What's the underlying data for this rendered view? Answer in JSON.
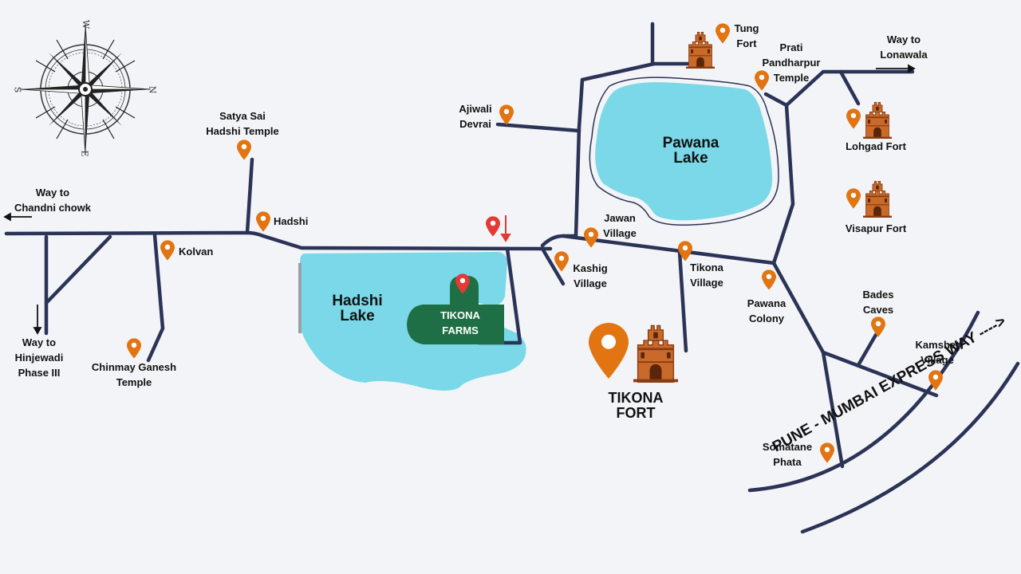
{
  "colors": {
    "background": "#f3f4f7",
    "road": "#2b3356",
    "lake": "#7ad8e8",
    "pin": "#e27411",
    "red_pin": "#e53935",
    "farm": "#1f6f46",
    "fort": "#c96a2a"
  },
  "compass": {
    "icon": "compass-rose-icon",
    "letters": {
      "top": "W",
      "right": "N",
      "bottom": "E",
      "left": "S"
    }
  },
  "directions": {
    "chandni": [
      "Way to",
      "Chandni chowk"
    ],
    "lonavala": [
      "Way to",
      "Lonawala"
    ],
    "hinjewadi": [
      "Way to",
      "Hinjewadi",
      "Phase III"
    ]
  },
  "lakes": {
    "hadshi": [
      "Hadshi",
      "Lake"
    ],
    "pawana": [
      "Pawana",
      "Lake"
    ]
  },
  "farm": {
    "label": [
      "TIKONA",
      "FARMS"
    ]
  },
  "tikona_fort": {
    "label": [
      "TIKONA",
      "FORT"
    ]
  },
  "places": {
    "satya_sai": [
      "Satya Sai",
      "Hadshi Temple"
    ],
    "hadshi": [
      "Hadshi"
    ],
    "kolvan": [
      "Kolvan"
    ],
    "chinmay": [
      "Chinmay Ganesh",
      "Temple"
    ],
    "ajiwali": [
      "Ajiwali",
      "Devrai"
    ],
    "jawan": [
      "Jawan",
      "Village"
    ],
    "kashig": [
      "Kashig",
      "Village"
    ],
    "tikona_village": [
      "Tikona",
      "Village"
    ],
    "tung": [
      "Tung",
      "Fort"
    ],
    "prati": [
      "Prati",
      "Pandharpur",
      "Temple"
    ],
    "lohgad": [
      "Lohgad Fort"
    ],
    "visapur": [
      "Visapur Fort"
    ],
    "pawana_colony": [
      "Pawana",
      "Colony"
    ],
    "bades": [
      "Bades",
      "Caves"
    ],
    "kamshet": [
      "Kamshet",
      "Village"
    ],
    "somatane": [
      "Somatane",
      "Phata"
    ]
  },
  "expressway": {
    "label": "PUNE - MUMBAI EXPRESS WAY ---->"
  }
}
